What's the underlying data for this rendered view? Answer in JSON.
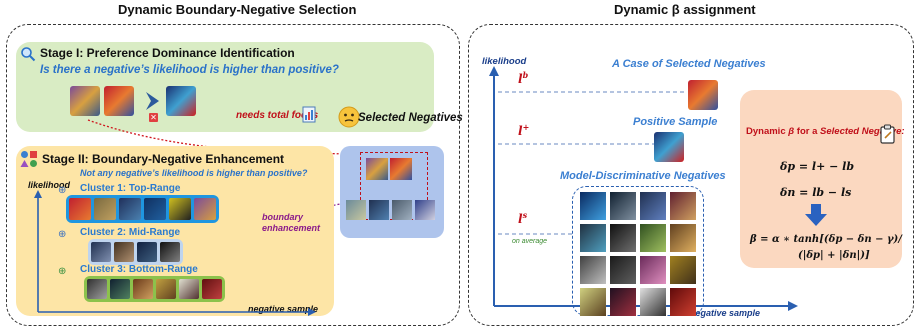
{
  "left": {
    "title": "Dynamic Boundary-Negative Selection",
    "stage1": {
      "title": "Stage I: Preference Dominance Identification",
      "question": "Is there a negative’s likelihood is higher than positive?",
      "needs_focus": "needs total focus"
    },
    "selected_negatives": "Selected Negatives",
    "stage2": {
      "title": "Stage II: Boundary-Negative Enhancement",
      "question": "Not any negative’s likelihood is higher than positive?",
      "y_axis": "likelihood",
      "x_axis": "negative sample",
      "clusters": [
        {
          "label": "Cluster 1: Top-Range"
        },
        {
          "label": "Cluster 2: Mid-Range"
        },
        {
          "label": "Cluster 3: Bottom-Range"
        }
      ]
    },
    "boundary_enhancement": "boundary\nenhancement"
  },
  "right": {
    "title": "Dynamic β assignment",
    "y_axis": "likelihood",
    "x_axis": "negative sample",
    "levels": {
      "lb": "l",
      "lb_sup": "b",
      "lp": "l",
      "lp_sup": "+",
      "ls": "l",
      "ls_sup": "s"
    },
    "on_average": "on average",
    "case_label": "A Case of Selected Negatives",
    "positive_label": "Positive Sample",
    "md_label": "Model-Discriminative Negatives",
    "box": {
      "title_prefix": "Dynamic ",
      "title_beta": "β",
      "title_suffix": " for a ",
      "title_em": "Selected Negative",
      "title_end": ":",
      "eq_dp": "δp = l+ − lb",
      "eq_dn": "δn = lb − ls",
      "eq_beta_1": "β = α ∗ tanh[(δp − δn − γ)/",
      "eq_beta_2": "(|δp| + |δn|)]"
    }
  },
  "colors": {
    "stage1_bg": "#d9ecc4",
    "stage2_bg": "#fde5a6",
    "selected_bg": "#aec4ec",
    "beta_box_bg": "#fbd8c0",
    "blue_text": "#2a72c9",
    "red_text": "#c0101a"
  }
}
